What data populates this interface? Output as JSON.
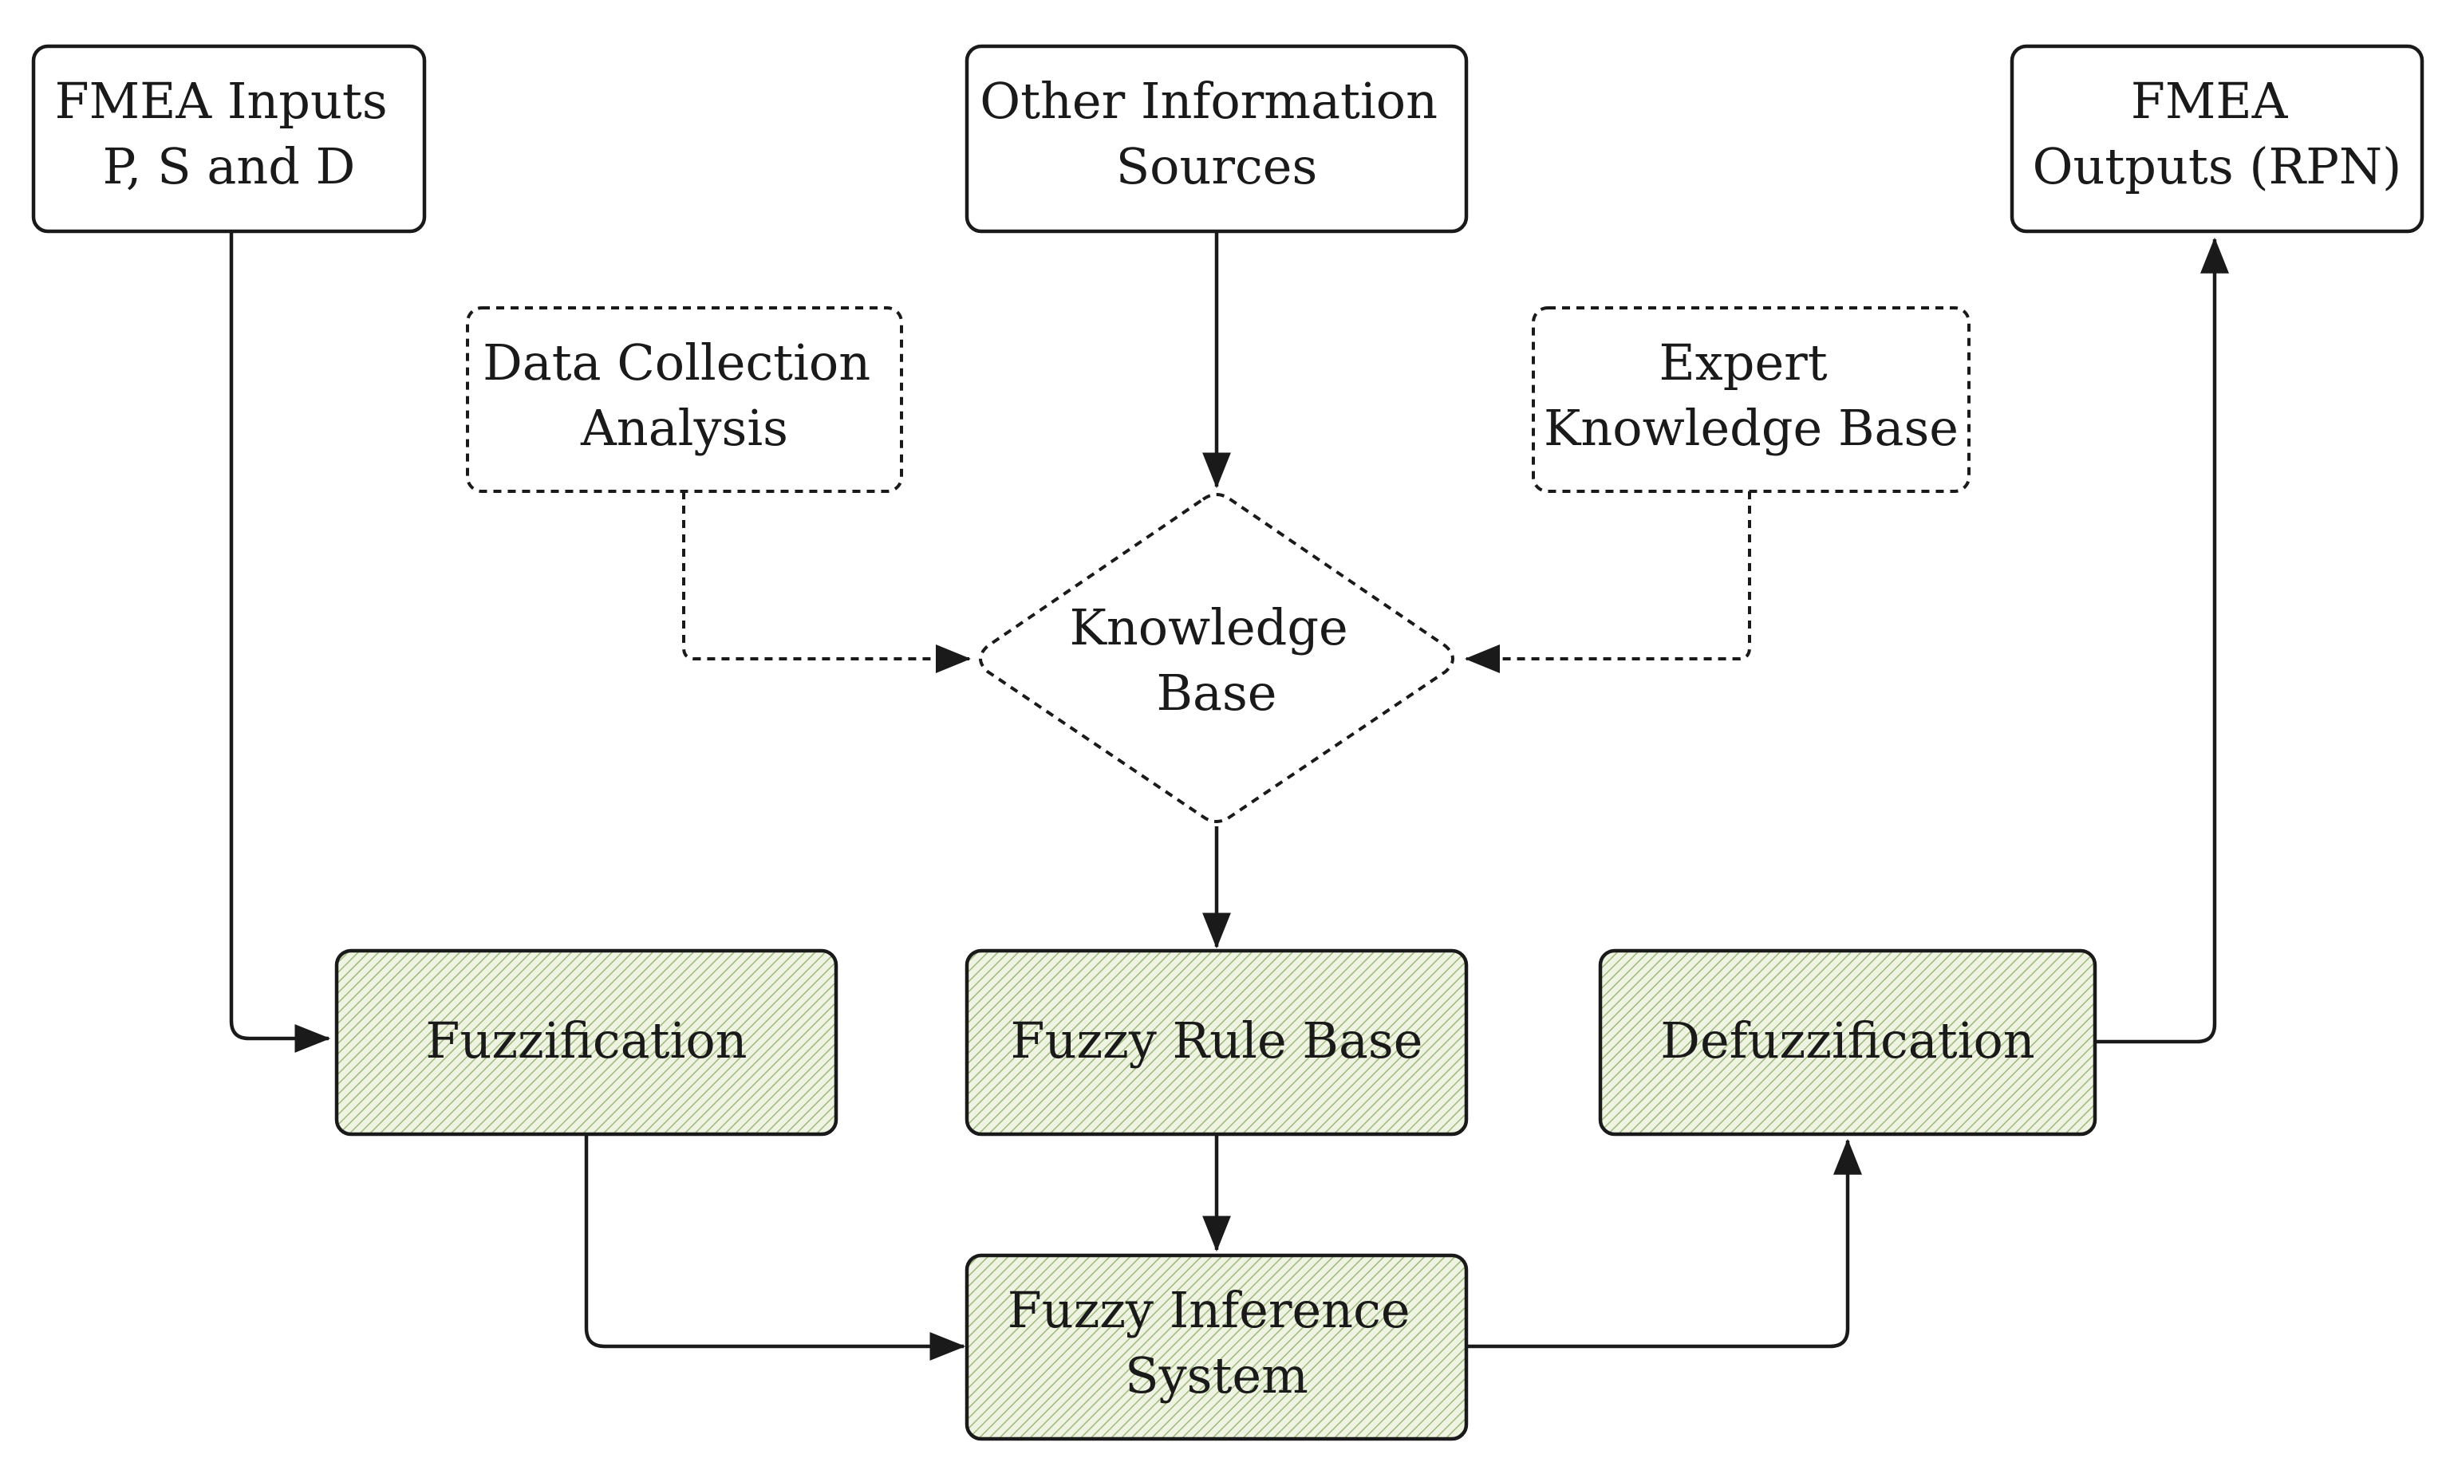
{
  "nodes": {
    "fmea_inputs": {
      "lines": [
        "FMEA Inputs",
        "P, S and D"
      ]
    },
    "other_sources": {
      "lines": [
        "Other Information",
        "Sources"
      ]
    },
    "fmea_outputs": {
      "lines": [
        "FMEA",
        "Outputs (RPN)"
      ]
    },
    "data_collection": {
      "lines": [
        "Data Collection",
        "Analysis"
      ]
    },
    "expert_kb": {
      "lines": [
        "Expert",
        "Knowledge Base"
      ]
    },
    "knowledge_base": {
      "lines": [
        "Knowledge",
        "Base"
      ]
    },
    "fuzzification": {
      "lines": [
        "Fuzzification"
      ]
    },
    "fuzzy_rule_base": {
      "lines": [
        "Fuzzy Rule Base"
      ]
    },
    "defuzzification": {
      "lines": [
        "Defuzzification"
      ]
    },
    "fuzzy_inference": {
      "lines": [
        "Fuzzy Inference",
        "System"
      ]
    }
  },
  "colors": {
    "stroke": "#1a1a1a",
    "fuzzy_fill": "#eef3e2",
    "hatch": "#9fb87c"
  }
}
